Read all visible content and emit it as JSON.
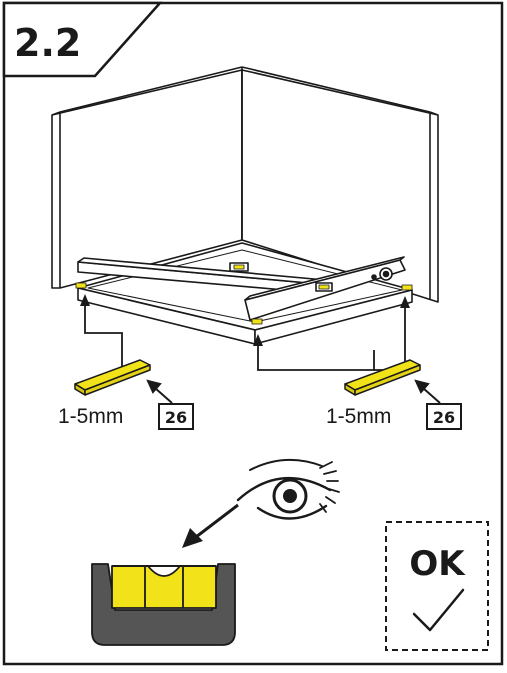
{
  "step": {
    "number": "2.2"
  },
  "shims": [
    {
      "thickness": "1-5mm",
      "part_no": "26"
    },
    {
      "thickness": "1-5mm",
      "part_no": "26"
    }
  ],
  "result": {
    "label": "OK"
  },
  "colors": {
    "accent": "#f2e21a",
    "outline": "#1a1a1a",
    "level_body": "#555555"
  }
}
